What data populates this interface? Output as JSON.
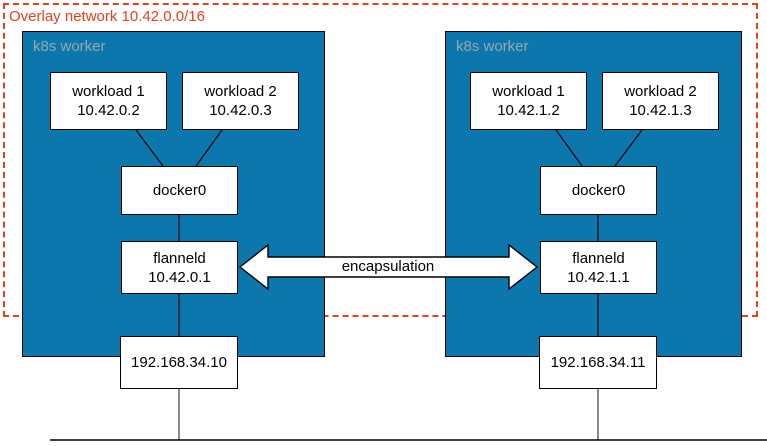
{
  "diagram": {
    "type": "network-topology",
    "overlay": {
      "label": "Overlay network 10.42.0.0/16",
      "color": "#e8401c",
      "style": "dashed"
    },
    "node_color": "#0b77ac",
    "nodes": [
      {
        "worker_label": "k8s worker",
        "workloads": [
          {
            "name": "workload 1",
            "ip": "10.42.0.2"
          },
          {
            "name": "workload 2",
            "ip": "10.42.0.3"
          }
        ],
        "bridge": {
          "name": "docker0",
          "ip": ""
        },
        "flannel": {
          "name": "flanneld",
          "ip": "10.42.0.1"
        },
        "host_ip": "192.168.34.10"
      },
      {
        "worker_label": "k8s worker",
        "workloads": [
          {
            "name": "workload 1",
            "ip": "10.42.1.2"
          },
          {
            "name": "workload 2",
            "ip": "10.42.1.3"
          }
        ],
        "bridge": {
          "name": "docker0",
          "ip": ""
        },
        "flannel": {
          "name": "flanneld",
          "ip": "10.42.1.1"
        },
        "host_ip": "192.168.34.11"
      }
    ],
    "link": {
      "label": "encapsulation",
      "direction": "bidirectional"
    }
  }
}
